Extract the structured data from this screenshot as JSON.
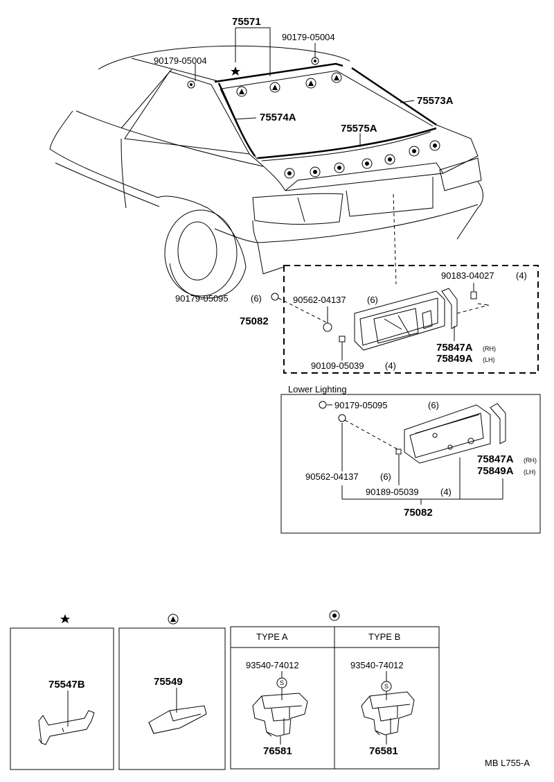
{
  "labels": {
    "p75571": "75571",
    "p90179_05004_right": "90179-05004",
    "p90179_05004_left": "90179-05004",
    "p75573A": "75573A",
    "p75574A": "75574A",
    "p75575A": "75575A",
    "p90179_05095": "90179-05095",
    "p90179_05095_qty": "(6)",
    "p75082_top": "75082",
    "p90562_04137": "90562-04137",
    "p90562_04137_qty": "(6)",
    "p90183_04027": "90183-04027",
    "p90183_04027_qty": "(4)",
    "p75847A": "75847A",
    "p75849A": "75849A",
    "rh": "(RH)",
    "lh": "(LH)",
    "p90109_05039": "90109-05039",
    "p90109_05039_qty": "(4)",
    "lower_title": "Lower Lighting",
    "lw_90179_05095": "90179-05095",
    "lw_90179_05095_qty": "(6)",
    "lw_75847A": "75847A",
    "lw_75849A": "75849A",
    "lw_rh": "(RH)",
    "lw_lh": "(LH)",
    "lw_90562_04137": "90562-04137",
    "lw_90562_04137_qty": "(6)",
    "lw_90189_05039": "90189-05039",
    "lw_90189_05039_qty": "(4)",
    "lw_75082": "75082",
    "p75547B": "75547B",
    "p75549": "75549",
    "type_a": "TYPE A",
    "type_b": "TYPE B",
    "p93540_a": "93540-74012",
    "p93540_b": "93540-74012",
    "s_a": "S",
    "s_b": "S",
    "p76581_a": "76581",
    "p76581_b": "76581",
    "figure_code": "MB L755-A"
  }
}
